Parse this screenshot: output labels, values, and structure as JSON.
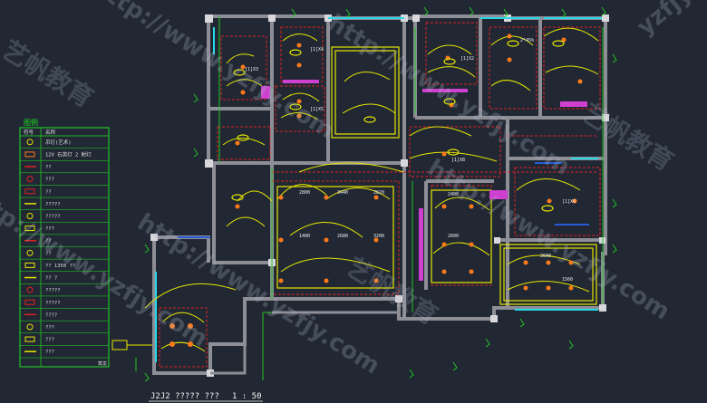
{
  "colors": {
    "background": "#212834",
    "wall": "#8e8e96",
    "green_line": "#22c322",
    "red_line": "#e02020",
    "yellow_line": "#e6e600",
    "cyan": "#28d8e8",
    "magenta": "#d040d0",
    "legend_frame": "#1fe01f",
    "orange_fixture": "#ff7a1a"
  },
  "legend": {
    "title": "图例",
    "header_symbol": "符号",
    "header_name": "名称",
    "rows": [
      {
        "icon": "chandelier-icon",
        "label": "吊灯(艺术)"
      },
      {
        "icon": "downlight-icon",
        "label": "12V 石英灯 2 射灯"
      },
      {
        "icon": "spotlight-icon",
        "label": "??"
      },
      {
        "icon": "fluorescent-icon",
        "label": "???"
      },
      {
        "icon": "grille-icon",
        "label": "??"
      },
      {
        "icon": "wall-lamp-icon",
        "label": "?????"
      },
      {
        "icon": "ceiling-lamp-icon",
        "label": "?????"
      },
      {
        "icon": "bulb-icon",
        "label": "???"
      },
      {
        "icon": "exhaust-icon",
        "label": "??"
      },
      {
        "icon": "switch-single-icon",
        "label": "??"
      },
      {
        "icon": "switch-double-icon",
        "label": "?? 1350 ??"
      },
      {
        "icon": "switch-triple-icon",
        "label": "?? ?"
      },
      {
        "icon": "socket-icon",
        "label": "?????"
      },
      {
        "icon": "socket-waterproof-icon",
        "label": "?????"
      },
      {
        "icon": "strip-red-icon",
        "label": "????"
      },
      {
        "icon": "strip-yellow-icon",
        "label": "???"
      },
      {
        "icon": "tube-icon",
        "label": "???"
      },
      {
        "icon": "line-icon",
        "label": "???"
      }
    ],
    "footer": "筑龙"
  },
  "title_block": {
    "title": "J2J2 ?????  ???",
    "scale": "1 : 50"
  },
  "dimension_labels": [
    "2800",
    "3440",
    "2820",
    "1400",
    "2680",
    "3200",
    "2400",
    "2600",
    "3600",
    "1560"
  ],
  "fixture_labels": [
    "[1]X3",
    "[1]X4",
    "[1]X5",
    "[1]X2",
    "2*45%",
    "[1]X6",
    "[1]X8"
  ],
  "watermarks": {
    "url": "http://www.yzfjy.com",
    "brand": "艺帆教育",
    "corner": "yzfjy"
  }
}
